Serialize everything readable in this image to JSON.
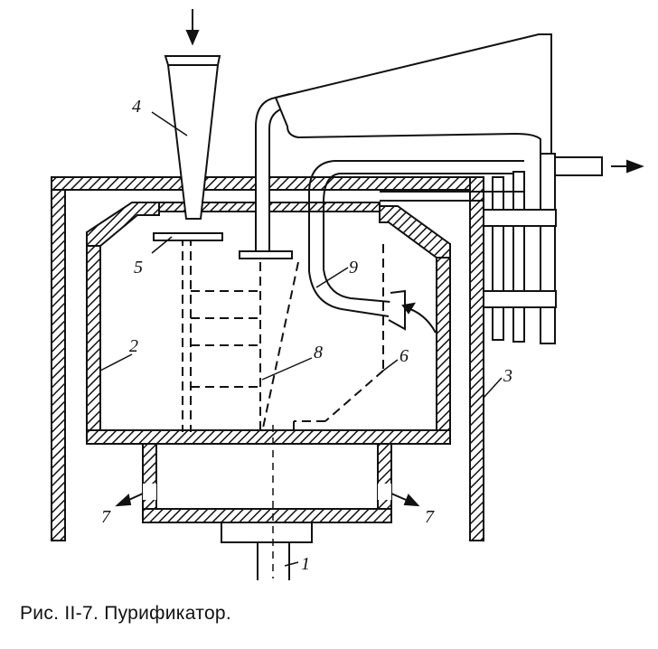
{
  "labels": {
    "shaft": "1",
    "bowl": "2",
    "casing": "3",
    "feed_funnel": "4",
    "disc_5": "5",
    "part_6": "6",
    "outlet_7_left": "7",
    "outlet_7_right": "7",
    "part_8": "8",
    "pipe_9": "9"
  },
  "caption": "Рис. II-7. Пурификатор."
}
